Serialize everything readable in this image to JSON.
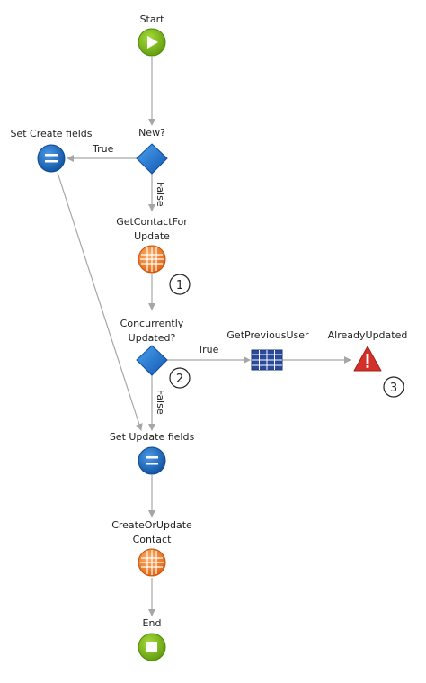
{
  "flow": {
    "start_label": "Start",
    "new_label": "New?",
    "set_create_label": "Set Create fields",
    "get_contact_label_1": "GetContactFor",
    "get_contact_label_2": "Update",
    "concurrently_label_1": "Concurrently",
    "concurrently_label_2": "Updated?",
    "get_previous_user_label": "GetPreviousUser",
    "already_updated_label": "AlreadyUpdated",
    "set_update_label": "Set Update fields",
    "create_or_update_label_1": "CreateOrUpdate",
    "create_or_update_label_2": "Contact",
    "end_label": "End"
  },
  "edges": {
    "new_true": "True",
    "new_false": "False",
    "concurrent_true": "True",
    "concurrent_false": "False"
  },
  "callouts": {
    "c1": "1",
    "c2": "2",
    "c3": "3"
  },
  "icons": {
    "start": "play-icon",
    "decision": "diamond-icon",
    "assign": "equals-icon",
    "aggregate": "aggregate-icon",
    "sql": "table-icon",
    "exception": "warning-icon",
    "end": "stop-icon"
  },
  "colors": {
    "start_green": "#7cb518",
    "decision_blue": "#1f6fd1",
    "assign_blue": "#1569c7",
    "aggregate_orange": "#f07a1e",
    "sql_navy": "#2a4a9a",
    "exception_red": "#d2312a",
    "edge_gray": "#a6a6a6"
  }
}
